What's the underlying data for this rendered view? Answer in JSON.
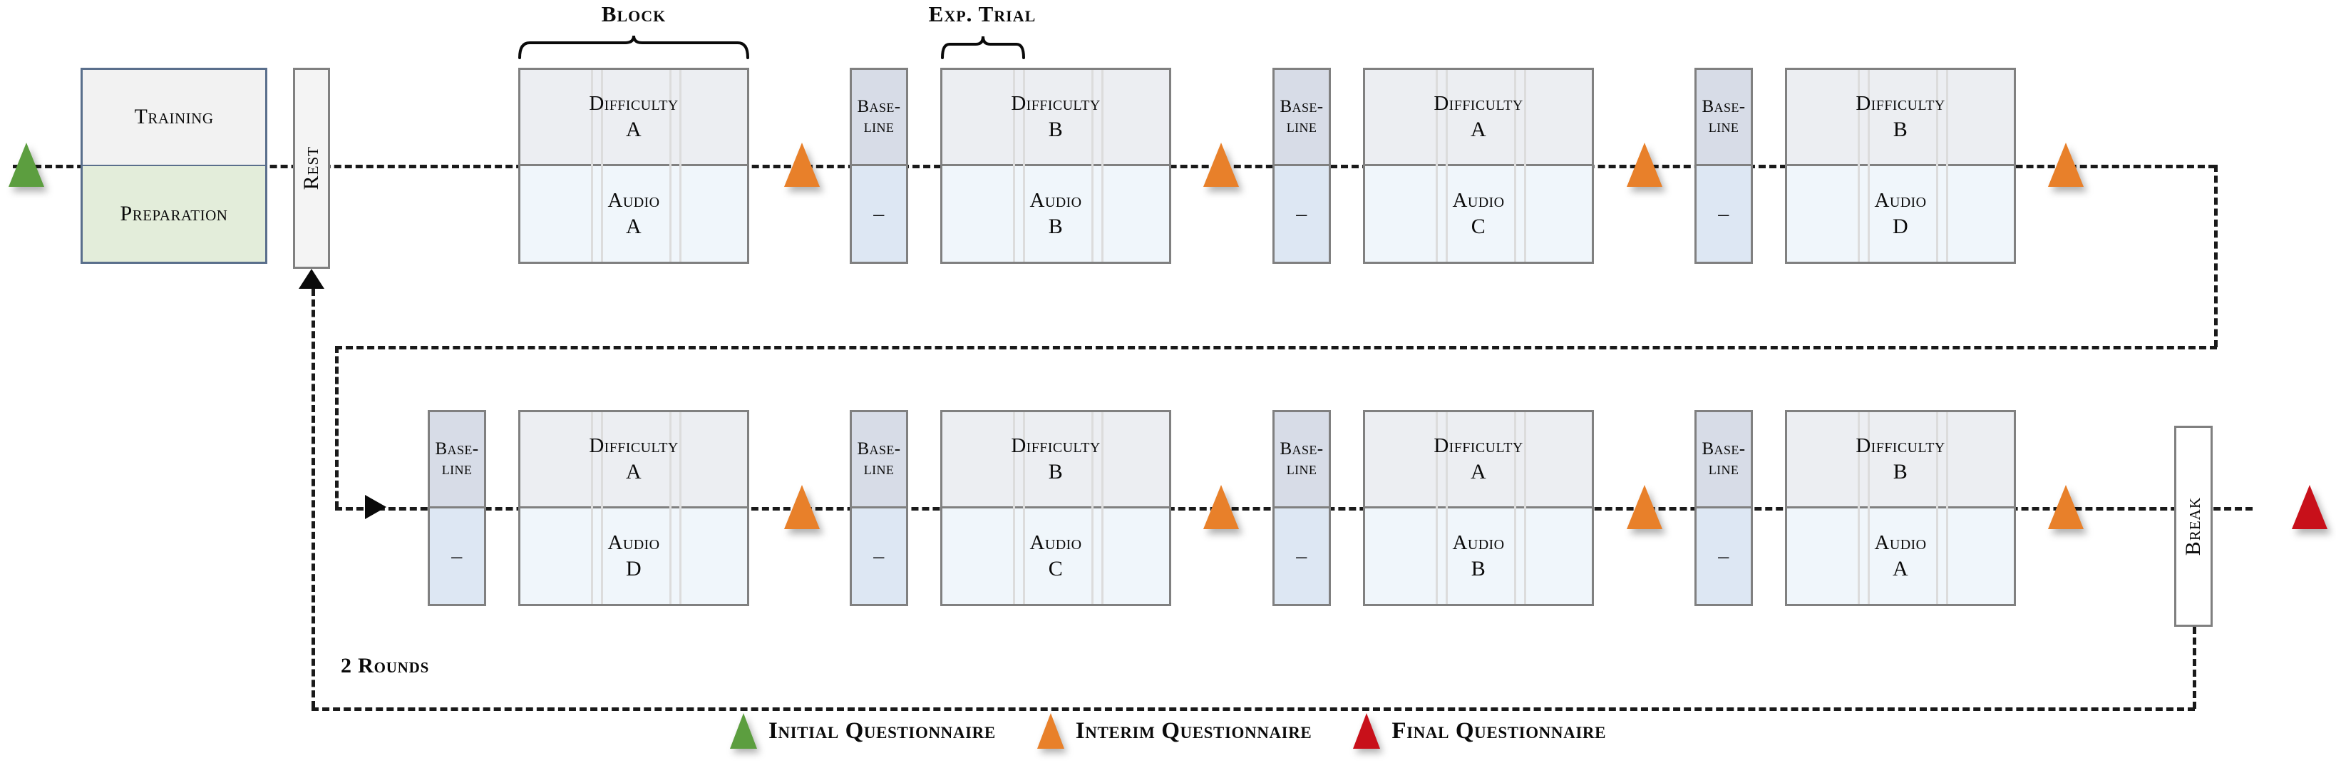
{
  "figure": {
    "type": "experiment-protocol-timeline",
    "annotations": {
      "block_label": "Block",
      "exp_trial_label": "Exp. Trial",
      "rounds_label": "2 Rounds"
    }
  },
  "colors": {
    "initial": "#5c9e3f",
    "interim": "#e8802a",
    "final": "#c8101a",
    "block_top_fill": "#eceef2",
    "block_bottom_fill": "#f0f6fb",
    "baseline_top_fill": "#d7dce7",
    "baseline_bottom_fill": "#dde7f3",
    "preparation_fill": "#e3edda",
    "training_fill": "#f2f2f2",
    "box_border": "#808080",
    "timeline": "#1a1a1a"
  },
  "intro": {
    "training_label": "Training",
    "preparation_label": "Preparation",
    "rest_label": "Rest"
  },
  "outro": {
    "break_label": "Break"
  },
  "labels": {
    "baseline_title": "Base-",
    "baseline_title_2": "line",
    "baseline_value": "–",
    "difficulty_title": "Difficulty",
    "audio_title": "Audio"
  },
  "row1": {
    "blocks": [
      {
        "kind": "block",
        "difficulty": "A",
        "audio": "A"
      },
      {
        "kind": "baseline",
        "value": "–"
      },
      {
        "kind": "block",
        "difficulty": "B",
        "audio": "B"
      },
      {
        "kind": "baseline",
        "value": "–"
      },
      {
        "kind": "block",
        "difficulty": "A",
        "audio": "C"
      },
      {
        "kind": "baseline",
        "value": "–"
      },
      {
        "kind": "block",
        "difficulty": "B",
        "audio": "D"
      }
    ]
  },
  "row2": {
    "blocks": [
      {
        "kind": "baseline",
        "value": "–"
      },
      {
        "kind": "block",
        "difficulty": "A",
        "audio": "D"
      },
      {
        "kind": "baseline",
        "value": "–"
      },
      {
        "kind": "block",
        "difficulty": "B",
        "audio": "C"
      },
      {
        "kind": "baseline",
        "value": "–"
      },
      {
        "kind": "block",
        "difficulty": "A",
        "audio": "B"
      },
      {
        "kind": "baseline",
        "value": "–"
      },
      {
        "kind": "block",
        "difficulty": "B",
        "audio": "A"
      }
    ]
  },
  "markers": {
    "initial_count": 1,
    "interim_count": 8,
    "final_count": 1
  },
  "legend": [
    {
      "color_key": "initial",
      "label": "Initial Questionnaire"
    },
    {
      "color_key": "interim",
      "label": "Interim Questionnaire"
    },
    {
      "color_key": "final",
      "label": "Final Questionnaire"
    }
  ]
}
